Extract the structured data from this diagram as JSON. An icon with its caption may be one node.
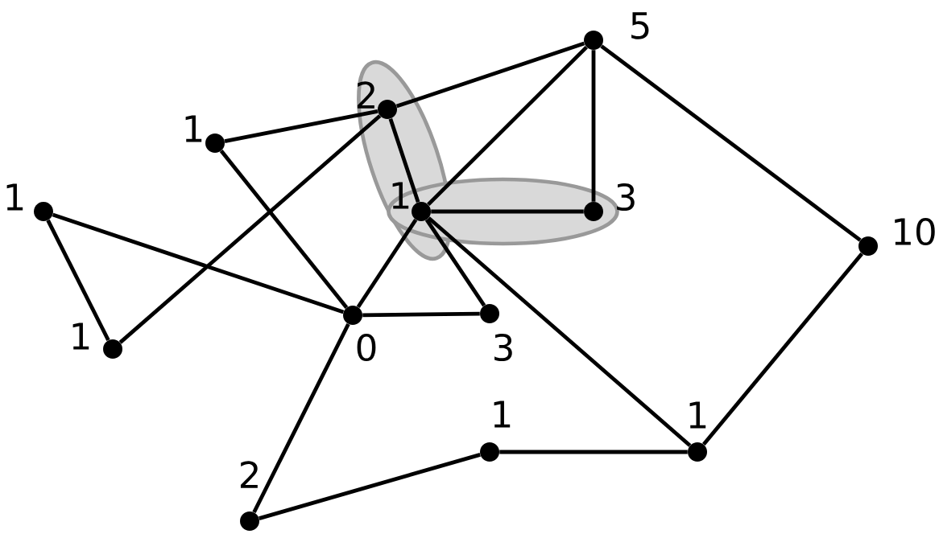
{
  "diagram": {
    "nodes": [
      {
        "text": [],
        "shape": "circle",
        "beside": [
          "5"
        ]
      },
      {
        "text": [],
        "shape": "circle",
        "beside": [
          "2"
        ]
      },
      {
        "text": [],
        "shape": "circle",
        "beside": [
          "1"
        ]
      },
      {
        "text": [],
        "shape": "circle",
        "beside": [
          "1"
        ]
      },
      {
        "text": [],
        "shape": "circle",
        "beside": [
          "1"
        ]
      },
      {
        "text": [],
        "shape": "circle",
        "beside": [
          "3"
        ]
      },
      {
        "text": [],
        "shape": "circle",
        "beside": [
          "10"
        ]
      },
      {
        "text": [],
        "shape": "circle",
        "beside": [
          "1"
        ]
      },
      {
        "text": [],
        "shape": "circle",
        "beside": [
          "0"
        ]
      },
      {
        "text": [],
        "shape": "circle",
        "beside": [
          "3"
        ]
      },
      {
        "text": [],
        "shape": "circle",
        "beside": [
          "1"
        ]
      },
      {
        "text": [],
        "shape": "circle",
        "beside": [
          "1"
        ]
      },
      {
        "text": [],
        "shape": "circle",
        "beside": [
          "2"
        ]
      }
    ],
    "edges": [
      {
        "from": 2,
        "to": 1,
        "arrow": "none"
      },
      {
        "from": 1,
        "to": 0,
        "arrow": "none"
      },
      {
        "from": 0,
        "to": 5,
        "arrow": "none"
      },
      {
        "from": 0,
        "to": 6,
        "arrow": "none"
      },
      {
        "from": 0,
        "to": 4,
        "arrow": "none"
      },
      {
        "from": 1,
        "to": 4,
        "arrow": "none"
      },
      {
        "from": 4,
        "to": 5,
        "arrow": "none"
      },
      {
        "from": 4,
        "to": 8,
        "arrow": "none"
      },
      {
        "from": 4,
        "to": 9,
        "arrow": "none"
      },
      {
        "from": 4,
        "to": 11,
        "arrow": "none"
      },
      {
        "from": 3,
        "to": 8,
        "arrow": "none"
      },
      {
        "from": 3,
        "to": 7,
        "arrow": "none"
      },
      {
        "from": 7,
        "to": 1,
        "arrow": "none"
      },
      {
        "from": 2,
        "to": 8,
        "arrow": "none"
      },
      {
        "from": 8,
        "to": 9,
        "arrow": "none"
      },
      {
        "from": 8,
        "to": 12,
        "arrow": "none"
      },
      {
        "from": 12,
        "to": 10,
        "arrow": "none"
      },
      {
        "from": 10,
        "to": 11,
        "arrow": "none"
      },
      {
        "from": 11,
        "to": 6,
        "arrow": "none"
      }
    ]
  }
}
